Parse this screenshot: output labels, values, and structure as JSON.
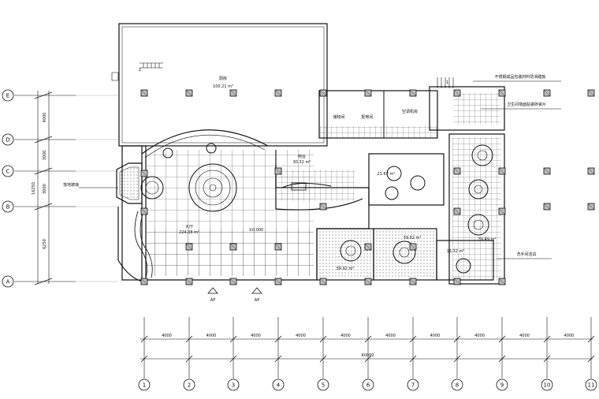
{
  "row_axes": [
    "E",
    "D",
    "C",
    "B",
    "A"
  ],
  "row_dims": [
    "4000",
    "3000",
    "3000",
    "6250"
  ],
  "row_total": "16250",
  "col_axes": [
    "1",
    "2",
    "3",
    "4",
    "5",
    "6",
    "7",
    "8",
    "9",
    "10",
    "11"
  ],
  "col_dims": [
    "4000",
    "4000",
    "4000",
    "4000",
    "4000",
    "4000",
    "4000",
    "4000",
    "4000",
    "4000"
  ],
  "col_total": "40000",
  "rooms": {
    "kitchen_name": "厨房",
    "kitchen_area": "100.21 m²",
    "hall_name": "大厅",
    "hall_area": "224.38 m²",
    "hall_level": "±0.000",
    "bar_name": "吧台",
    "bar_area": "30.32 m²",
    "private_room_area": "21.67 m²",
    "vip_area_a": "39.92 m²",
    "vip_area_b": "39.92 m²",
    "right_room_area": "39.49 m²",
    "small_room_area": "16.32 m²"
  },
  "labels": {
    "entrance_ap_1": "AP",
    "entrance_ap_2": "AP",
    "left_callout": "落地玻璃",
    "right_callout_1": "不锈钢成品包装材料防滑踏板",
    "right_callout_2": "卫生间墙面贴瓷砖瓷片",
    "right_callout_3": "洗手间洁具",
    "store_1": "储物间",
    "store_2": "配电间",
    "store_3": "空调机房",
    "stair_no_1": "1",
    "stair_no_2": "1"
  }
}
